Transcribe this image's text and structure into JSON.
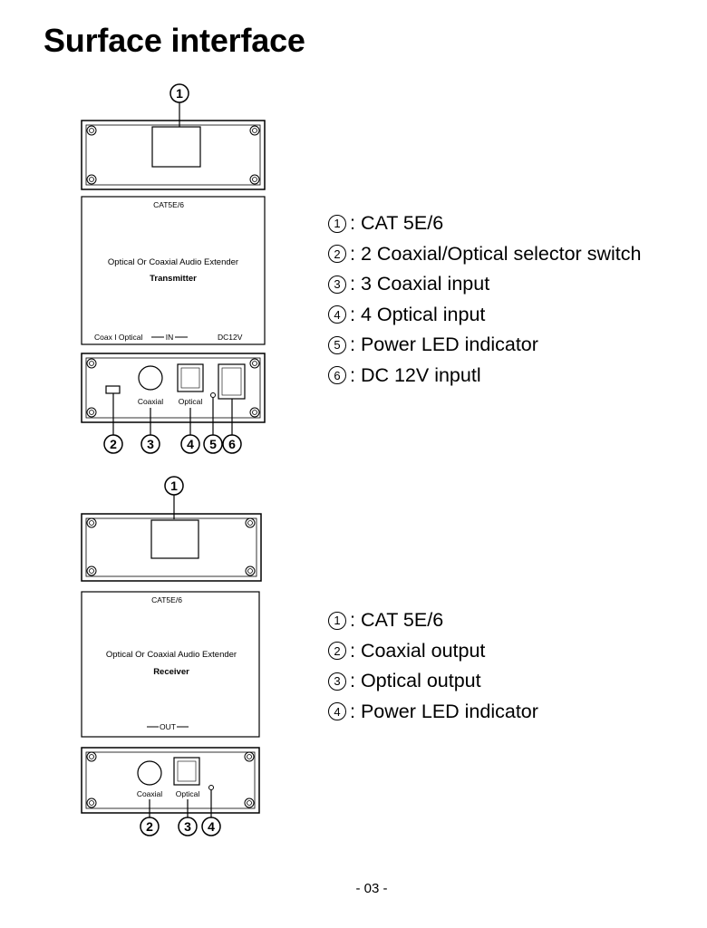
{
  "page": {
    "title": "Surface interface",
    "page_number": "- 03 -"
  },
  "transmitter": {
    "top_label": "CAT5E/6",
    "product_line": "Optical Or Coaxial Audio Extender",
    "unit_name": "Transmitter",
    "switch_label": "Coax I Optical",
    "in_label": "IN",
    "dc_label": "DC12V",
    "port_coaxial": "Coaxial",
    "port_optical": "Optical",
    "callouts": [
      "1",
      "2",
      "3",
      "4",
      "5",
      "6"
    ],
    "legend": [
      {
        "num": "1",
        "text": ": CAT 5E/6"
      },
      {
        "num": "2",
        "text": ": 2 Coaxial/Optical selector switch"
      },
      {
        "num": "3",
        "text": ": 3 Coaxial input"
      },
      {
        "num": "4",
        "text": ": 4 Optical input"
      },
      {
        "num": "5",
        "text": ": Power LED indicator"
      },
      {
        "num": "6",
        "text": ": DC 12V inputl"
      }
    ]
  },
  "receiver": {
    "top_label": "CAT5E/6",
    "product_line": "Optical Or Coaxial Audio Extender",
    "unit_name": "Receiver",
    "out_label": "OUT",
    "port_coaxial": "Coaxial",
    "port_optical": "Optical",
    "callouts": [
      "1",
      "2",
      "3",
      "4"
    ],
    "legend": [
      {
        "num": "1",
        "text": ": CAT 5E/6"
      },
      {
        "num": "2",
        "text": ": Coaxial output"
      },
      {
        "num": "3",
        "text": ": Optical output"
      },
      {
        "num": "4",
        "text": ": Power LED indicator"
      }
    ]
  }
}
